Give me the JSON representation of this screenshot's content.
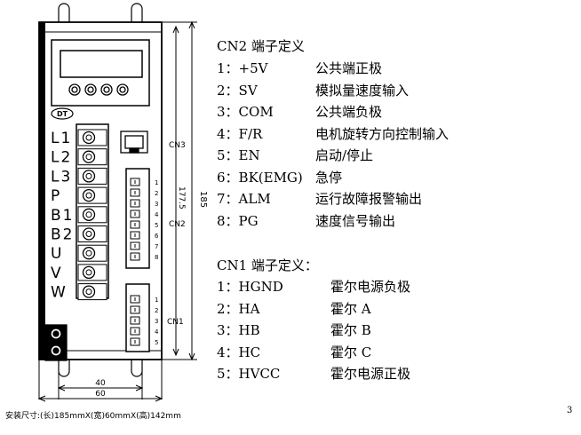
{
  "device": {
    "terminal_labels": [
      "L1",
      "L2",
      "L3",
      "P",
      "B1",
      "B2",
      "U",
      "V",
      "W"
    ],
    "logo": "DT",
    "cn3_label": "CN3",
    "cn2_label": "CN2",
    "cn1_label": "CN1",
    "cn2_pins": [
      "1",
      "2",
      "3",
      "4",
      "5",
      "6",
      "7",
      "8"
    ],
    "cn1_pins": [
      "1",
      "2",
      "3",
      "4",
      "5"
    ],
    "dim_height_outer": "185",
    "dim_height_inner": "177.5",
    "dim_width_inner": "40",
    "dim_width_outer": "60",
    "install_note": "安装尺寸:(长)185mmX(宽)60mmX(高)142mm"
  },
  "cn2": {
    "title": "CN2 端子定义",
    "rows": [
      {
        "pin": "1：+5V",
        "desc": "公共端正极"
      },
      {
        "pin": "2：SV",
        "desc": "模拟量速度输入"
      },
      {
        "pin": "3：COM",
        "desc": "公共端负极"
      },
      {
        "pin": "4：F/R",
        "desc": "电机旋转方向控制输入"
      },
      {
        "pin": "5：EN",
        "desc": "启动/停止"
      },
      {
        "pin": "6：BK(EMG)",
        "desc": "急停"
      },
      {
        "pin": "7：ALM",
        "desc": "运行故障报警输出"
      },
      {
        "pin": "8：PG",
        "desc": "速度信号输出"
      }
    ]
  },
  "cn1": {
    "title": "CN1 端子定义：",
    "rows": [
      {
        "pin": "1：HGND",
        "desc": "霍尔电源负极"
      },
      {
        "pin": "2：HA",
        "desc": "霍尔 A"
      },
      {
        "pin": "3：HB",
        "desc": "霍尔 B"
      },
      {
        "pin": "4：HC",
        "desc": "霍尔 C"
      },
      {
        "pin": "5：HVCC",
        "desc": "霍尔电源正极"
      }
    ]
  },
  "page_number": "3"
}
